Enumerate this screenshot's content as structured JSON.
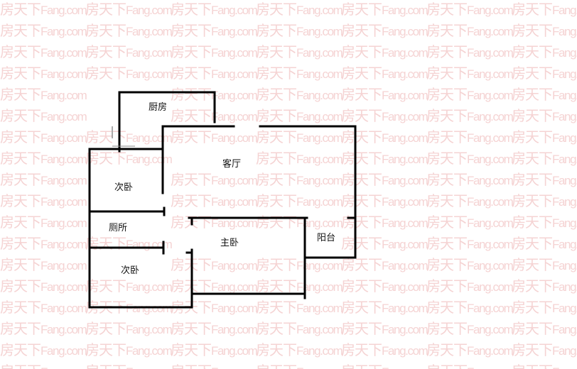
{
  "watermark": {
    "brand_cn": "房天下",
    "brand_en": "Fang.com"
  },
  "rooms": {
    "kitchen": "厨房",
    "living_room": "客厅",
    "second_bedroom_top": "次卧",
    "toilet": "厕所",
    "master_bedroom": "主卧",
    "balcony": "阳台",
    "second_bedroom_bottom": "次卧"
  }
}
